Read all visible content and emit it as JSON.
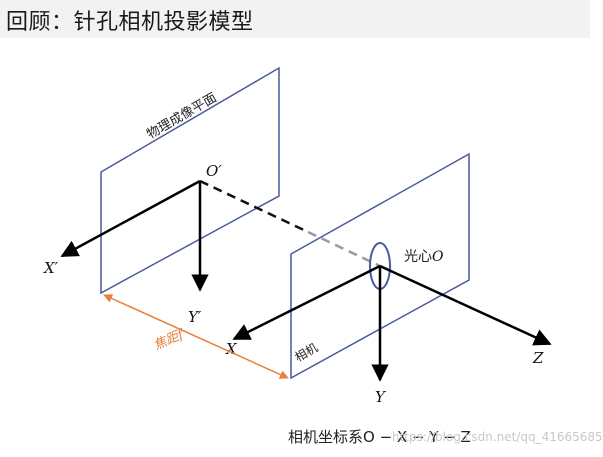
{
  "header": {
    "title": "回顾：针孔相机投影模型"
  },
  "diagram": {
    "image_plane_label": "物理成像平面",
    "camera_plane_label": "相机",
    "origin_prime_label": "O′",
    "x_prime_label": "X′",
    "y_prime_label": "Y′",
    "optical_center_label": "光心",
    "optical_center_symbol": "O",
    "focal_length_label": "焦距",
    "focal_length_symbol": "f",
    "x_label": "X",
    "y_label": "Y",
    "z_label": "Z",
    "caption": "相机坐标系O − X − Y − Z",
    "watermark": "https://blog.csdn.net/qq_41665685",
    "colors": {
      "plane": "#4a5aa0",
      "focal": "#e8803a",
      "axis": "#000000"
    }
  }
}
